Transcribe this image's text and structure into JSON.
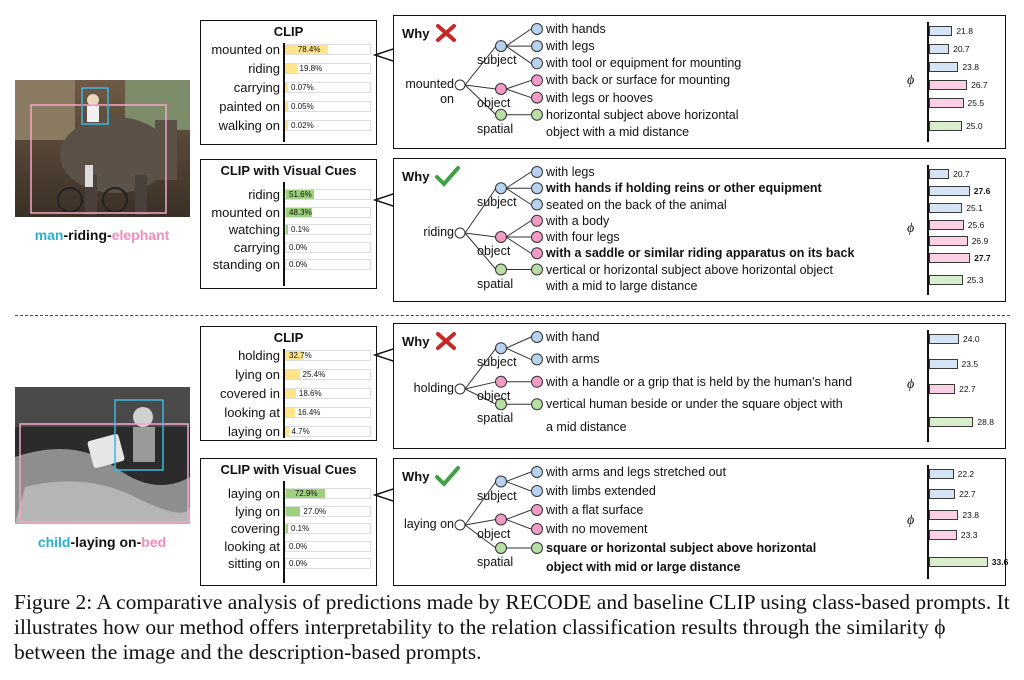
{
  "colors": {
    "subject": "#2ab0d8",
    "object": "#f08cb8",
    "clip_bar": "#ffe48a",
    "cue_bar": "#9dd07c",
    "subj_node": "#b7d2ee",
    "obj_node": "#f39ac6",
    "spat_node": "#b7dea3",
    "phi_subj": "#d5e4f4",
    "phi_obj": "#fad0e5",
    "phi_spat": "#d8edcc",
    "cross": "#c62828",
    "check": "#43a047"
  },
  "examples": [
    {
      "label": {
        "subject": "man",
        "sep1": "-",
        "relation": "riding",
        "sep2": "-",
        "object": "elephant"
      },
      "clip": {
        "title": "CLIP",
        "rows": [
          {
            "label": "mounted on",
            "value_text": "78.4%",
            "value": 0.784
          },
          {
            "label": "riding",
            "value_text": "19.8%",
            "value": 0.198
          },
          {
            "label": "carrying",
            "value_text": "0.07%",
            "value": 0.0007
          },
          {
            "label": "painted on",
            "value_text": "0.05%",
            "value": 0.0005
          },
          {
            "label": "walking on",
            "value_text": "0.02%",
            "value": 0.0002
          }
        ]
      },
      "cues": {
        "title": "CLIP with Visual Cues",
        "rows": [
          {
            "label": "riding",
            "value_text": "51.6%",
            "value": 0.516
          },
          {
            "label": "mounted on",
            "value_text": "48.3%",
            "value": 0.483
          },
          {
            "label": "watching",
            "value_text": "0.1%",
            "value": 0.001
          },
          {
            "label": "carrying",
            "value_text": "0.0%",
            "value": 0.0
          },
          {
            "label": "standing on",
            "value_text": "0.0%",
            "value": 0.0
          }
        ]
      },
      "why_clip": {
        "word": "Why",
        "mark": "cross",
        "relation": "mounted on",
        "subject_label": "subject",
        "object_label": "object",
        "spatial_label": "spatial",
        "descriptions": [
          {
            "text": "with hands",
            "group": "subject",
            "bold": false,
            "phi_text": "21.8",
            "phi": 21.8
          },
          {
            "text": "with legs",
            "group": "subject",
            "bold": false,
            "phi_text": "20.7",
            "phi": 20.7
          },
          {
            "text": "with tool or equipment for mounting",
            "group": "subject",
            "bold": false,
            "phi_text": "23.8",
            "phi": 23.8
          },
          {
            "text": "with back or surface for mounting",
            "group": "object",
            "bold": false,
            "phi_text": "26.7",
            "phi": 26.7
          },
          {
            "text": "with legs or hooves",
            "group": "object",
            "bold": false,
            "phi_text": "25.5",
            "phi": 25.5
          },
          {
            "text": "horizontal subject above horizontal",
            "text2": "object with a mid distance",
            "group": "spatial",
            "bold": false,
            "phi_text": "25.0",
            "phi": 25.0
          }
        ],
        "phi_symbol": "ϕ"
      },
      "why_cues": {
        "word": "Why",
        "mark": "check",
        "relation": "riding",
        "subject_label": "subject",
        "object_label": "object",
        "spatial_label": "spatial",
        "descriptions": [
          {
            "text": "with legs",
            "group": "subject",
            "bold": false,
            "phi_text": "20.7",
            "phi": 20.7
          },
          {
            "text": "with hands if holding reins or other equipment",
            "group": "subject",
            "bold": true,
            "phi_text": "27.6",
            "phi": 27.6
          },
          {
            "text": "seated on the back of the animal",
            "group": "subject",
            "bold": false,
            "phi_text": "25.1",
            "phi": 25.1
          },
          {
            "text": "with a body",
            "group": "object",
            "bold": false,
            "phi_text": "25.6",
            "phi": 25.6
          },
          {
            "text": "with four legs",
            "group": "object",
            "bold": false,
            "phi_text": "26.9",
            "phi": 26.9
          },
          {
            "text": "with a saddle or similar riding apparatus on its back",
            "group": "object",
            "bold": true,
            "phi_text": "27.7",
            "phi": 27.7
          },
          {
            "text": "vertical or horizontal subject above horizontal object",
            "text2": " with a mid to large distance",
            "group": "spatial",
            "bold": false,
            "phi_text": "25.3",
            "phi": 25.3
          }
        ],
        "phi_symbol": "ϕ"
      }
    },
    {
      "label": {
        "subject": "child",
        "sep1": "-",
        "relation": "laying on",
        "sep2": "-",
        "object": "bed"
      },
      "clip": {
        "title": "CLIP",
        "rows": [
          {
            "label": "holding",
            "value_text": "32.7%",
            "value": 0.327
          },
          {
            "label": "lying on",
            "value_text": "25.4%",
            "value": 0.254
          },
          {
            "label": "covered in",
            "value_text": "18.6%",
            "value": 0.186
          },
          {
            "label": "looking at",
            "value_text": "16.4%",
            "value": 0.164
          },
          {
            "label": "laying on",
            "value_text": "4.7%",
            "value": 0.047
          }
        ]
      },
      "cues": {
        "title": "CLIP with Visual Cues",
        "rows": [
          {
            "label": "laying on",
            "value_text": "72.9%",
            "value": 0.729
          },
          {
            "label": "lying on",
            "value_text": "27.0%",
            "value": 0.27
          },
          {
            "label": "covering",
            "value_text": "0.1%",
            "value": 0.001
          },
          {
            "label": "looking at",
            "value_text": "0.0%",
            "value": 0.0
          },
          {
            "label": "sitting on",
            "value_text": "0.0%",
            "value": 0.0
          }
        ]
      },
      "why_clip": {
        "word": "Why",
        "mark": "cross",
        "relation": "holding",
        "subject_label": "subject",
        "object_label": "object",
        "spatial_label": "spatial",
        "descriptions": [
          {
            "text": "with hand",
            "group": "subject",
            "bold": false,
            "phi_text": "24.0",
            "phi": 24.0
          },
          {
            "text": "with arms",
            "group": "subject",
            "bold": false,
            "phi_text": "23.5",
            "phi": 23.5
          },
          {
            "text": "with a handle or a grip that is held by the human's hand",
            "group": "object",
            "bold": false,
            "phi_text": "22.7",
            "phi": 22.7
          },
          {
            "text": "vertical human beside or under the square object with",
            "text2": "a mid distance",
            "group": "spatial",
            "bold": false,
            "phi_text": "28.8",
            "phi": 28.8
          }
        ],
        "phi_symbol": "ϕ"
      },
      "why_cues": {
        "word": "Why",
        "mark": "check",
        "relation": "laying on",
        "subject_label": "subject",
        "object_label": "object",
        "spatial_label": "spatial",
        "descriptions": [
          {
            "text": "with arms and legs stretched out",
            "group": "subject",
            "bold": false,
            "phi_text": "22.2",
            "phi": 22.2
          },
          {
            "text": "with limbs extended",
            "group": "subject",
            "bold": false,
            "phi_text": "22.7",
            "phi": 22.7
          },
          {
            "text": "with a flat surface",
            "group": "object",
            "bold": false,
            "phi_text": "23.8",
            "phi": 23.8
          },
          {
            "text": "with no movement",
            "group": "object",
            "bold": false,
            "phi_text": "23.3",
            "phi": 23.3
          },
          {
            "text": "square or horizontal subject above horizontal",
            "text2": "object with mid or large distance",
            "group": "spatial",
            "bold": true,
            "phi_text": "33.6",
            "phi": 33.6
          }
        ],
        "phi_symbol": "ϕ"
      }
    }
  ],
  "caption": {
    "text": "Figure 2: A comparative analysis of predictions made by RECODE and baseline CLIP using class-based prompts. It illustrates how our method offers interpretability to the relation classification results through the similarity ϕ between the image and the description-based prompts."
  }
}
